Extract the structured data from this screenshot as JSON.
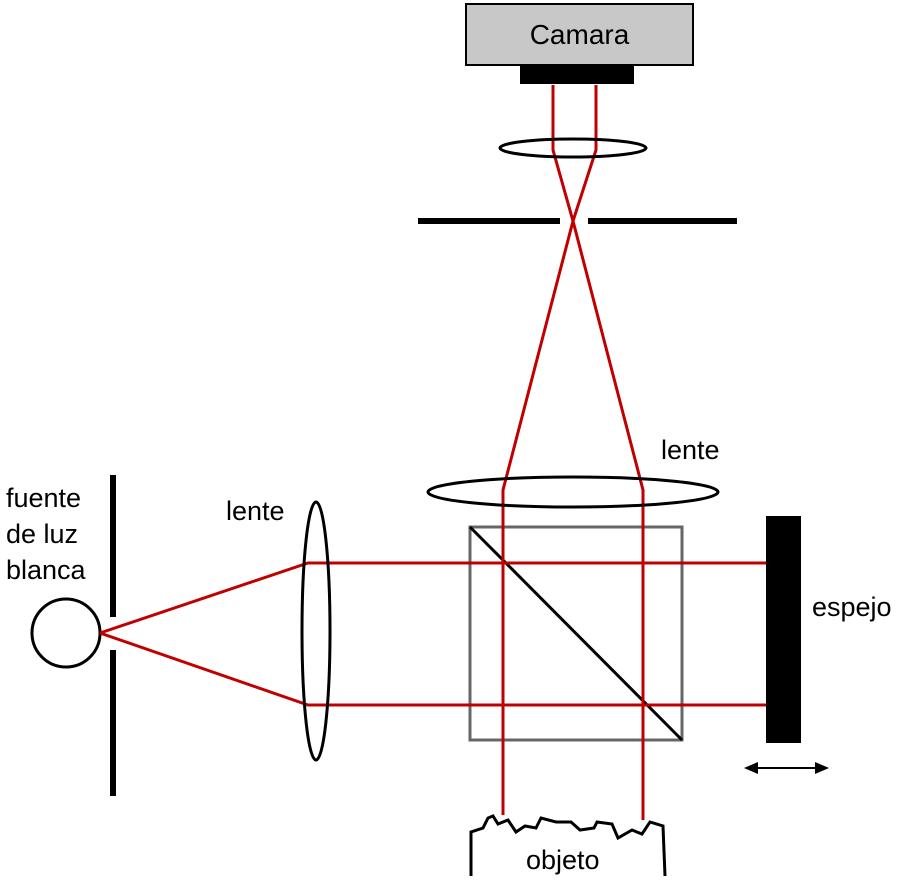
{
  "labels": {
    "camera": "Camara",
    "light_source_line1": "fuente",
    "light_source_line2": "de luz",
    "light_source_line3": "blanca",
    "lens_left": "lente",
    "lens_top": "lente",
    "mirror": "espejo",
    "object": "objeto"
  },
  "colors": {
    "beam": "#c00000",
    "outline": "#000000",
    "beamsplitter_frame": "#666666",
    "camera_fill": "#c8c8c8"
  },
  "icons": {
    "mirror_motion": "double-arrow-icon"
  }
}
